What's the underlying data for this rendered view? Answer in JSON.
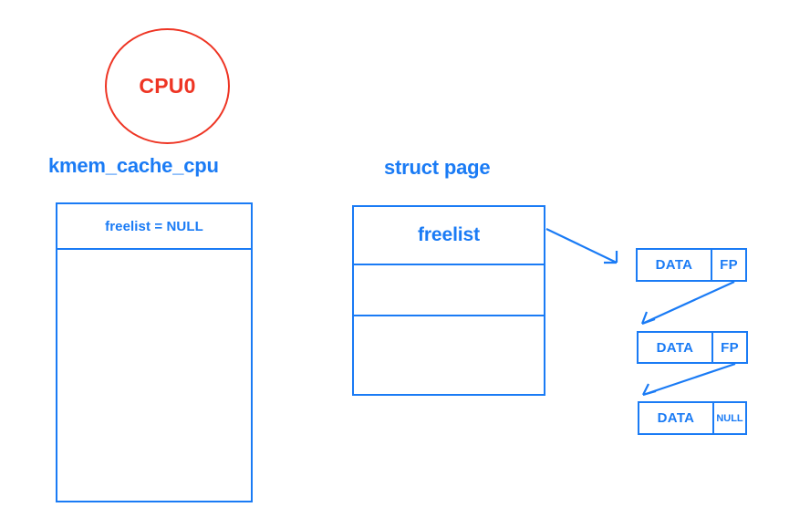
{
  "diagram": {
    "title_text_color": "#1a7bf5",
    "accent_blue": "#1a7bf5",
    "accent_red": "#ee3524",
    "background": "#ffffff"
  },
  "cpu": {
    "label": "CPU0",
    "color": "#ee3524"
  },
  "kmem_cache_cpu": {
    "title": "kmem_cache_cpu",
    "rows": [
      {
        "label": "freelist = NULL"
      },
      {
        "label": ""
      }
    ]
  },
  "struct_page": {
    "title": "struct page",
    "rows": [
      {
        "label": "freelist"
      },
      {
        "label": ""
      },
      {
        "label": ""
      }
    ]
  },
  "objects": [
    {
      "data_label": "DATA",
      "ptr_label": "FP"
    },
    {
      "data_label": "DATA",
      "ptr_label": "FP"
    },
    {
      "data_label": "DATA",
      "ptr_label": "NULL"
    }
  ],
  "arrows": [
    {
      "name": "freelist-to-object-1",
      "from": "struct page freelist row",
      "to": "object 1"
    },
    {
      "name": "object-1-fp-to-object-2",
      "from": "object 1 FP",
      "to": "object 2"
    },
    {
      "name": "object-2-fp-to-object-3",
      "from": "object 2 FP",
      "to": "object 3"
    }
  ]
}
